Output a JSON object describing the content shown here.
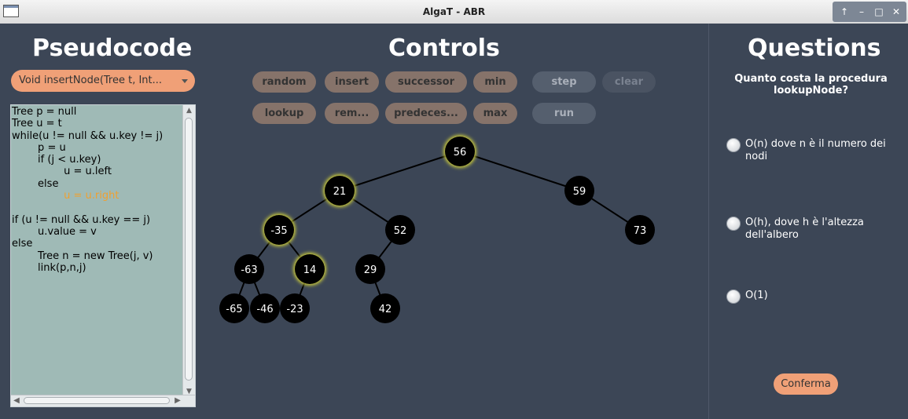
{
  "window": {
    "title": "AlgaT - ABR"
  },
  "pseudocode": {
    "heading": "Pseudocode",
    "selected_method": "Void insertNode(Tree t, Int...",
    "lines": [
      "Tree p = null",
      "Tree u = t",
      "while(u != null && u.key != j)",
      "        p = u",
      "        if (j < u.key)",
      "                u = u.left",
      "        else",
      "                u = u.right",
      "",
      "if (u != null && u.key == j)",
      "        u.value = v",
      "else",
      "        Tree n = new Tree(j, v)",
      "        link(p,n,j)"
    ],
    "highlighted_line": 7
  },
  "controls": {
    "heading": "Controls",
    "buttons": {
      "random": "random",
      "insert": "insert",
      "successor": "successor",
      "min": "min",
      "step": "step",
      "clear": "clear",
      "lookup": "lookup",
      "remove": "rem...",
      "predecessor": "predeces...",
      "max": "max",
      "run": "run"
    }
  },
  "tree": {
    "nodes": [
      {
        "id": "n56",
        "label": "56",
        "parent": null,
        "highlighted": true
      },
      {
        "id": "n21",
        "label": "21",
        "parent": "n56",
        "highlighted": true
      },
      {
        "id": "n59",
        "label": "59",
        "parent": "n56",
        "highlighted": false
      },
      {
        "id": "n-35",
        "label": "-35",
        "parent": "n21",
        "highlighted": true
      },
      {
        "id": "n52",
        "label": "52",
        "parent": "n21",
        "highlighted": false
      },
      {
        "id": "n73",
        "label": "73",
        "parent": "n59",
        "highlighted": false
      },
      {
        "id": "n-63",
        "label": "-63",
        "parent": "n-35",
        "highlighted": false
      },
      {
        "id": "n14",
        "label": "14",
        "parent": "n-35",
        "highlighted": true
      },
      {
        "id": "n29",
        "label": "29",
        "parent": "n52",
        "highlighted": false
      },
      {
        "id": "n-65",
        "label": "-65",
        "parent": "n-63",
        "highlighted": false
      },
      {
        "id": "n-46",
        "label": "-46",
        "parent": "n-63",
        "highlighted": false
      },
      {
        "id": "n-23",
        "label": "-23",
        "parent": "n14",
        "highlighted": false
      },
      {
        "id": "n42",
        "label": "42",
        "parent": "n29",
        "highlighted": false
      }
    ]
  },
  "questions": {
    "heading": "Questions",
    "question": "Quanto costa la procedura lookupNode?",
    "options": [
      "O(n) dove n è il numero dei nodi",
      "O(h), dove h è l'altezza dell'albero",
      "O(1)"
    ],
    "confirm_label": "Conferma"
  },
  "colors": {
    "background": "#3c4656",
    "button": "#86736a",
    "accent": "#f0a077",
    "code_bg": "#9fbab6",
    "node": "#000000",
    "node_highlight": "#c8c83a"
  }
}
